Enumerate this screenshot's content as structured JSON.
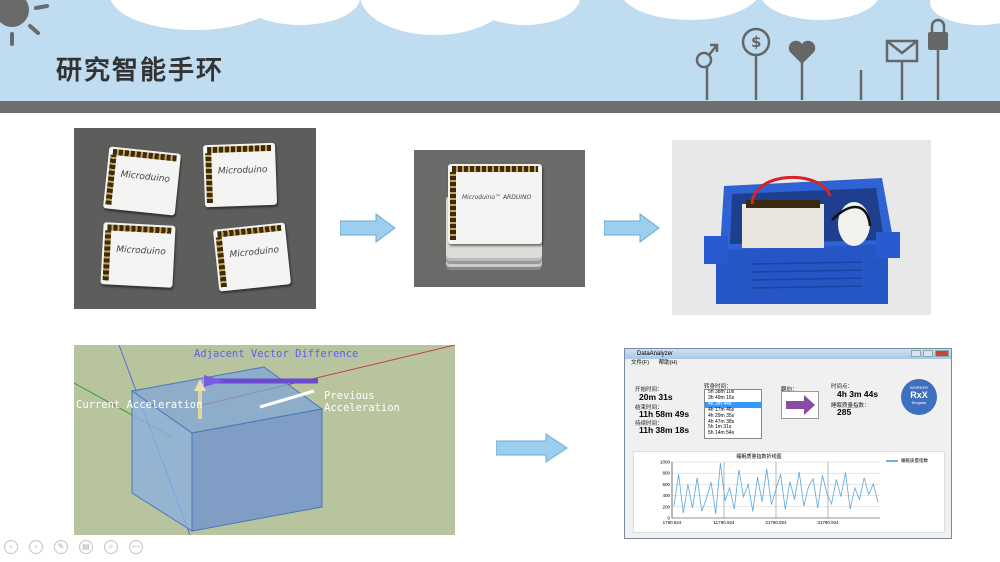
{
  "slide": {
    "title": "研究智能手环"
  },
  "photos": {
    "boards_label": "Microduino",
    "boards_label_small": "Microduino™ ARDUINO"
  },
  "scene": {
    "label_top": "Adjacent Vector Difference",
    "label_left": "Current Acceleration",
    "label_right": "Previous Acceleration"
  },
  "app": {
    "window_title": "DataAnalyzer",
    "menu": [
      "文件(F)",
      "帮助(H)"
    ],
    "start_label": "开始时间：",
    "start_value": "20m 31s",
    "end_label": "结束时间：",
    "end_value": "11h 58m 49s",
    "duration_label": "持续时间：",
    "duration_value": "11h 38m 18s",
    "list_label": "转身时间：",
    "list_items": [
      "5h 38m 10s",
      "3h 49m 16s",
      "4h 3m 44s",
      "4h 17m 46s",
      "4h 29m 35s",
      "4h 47m 38s",
      "5h 1m 31s",
      "5h 14m 54s"
    ],
    "selected_index": 2,
    "turn_label": "翻向：",
    "time_label": "时间点：",
    "time_value": "4h 3m 44s",
    "index_label": "睡眠质量指数：",
    "index_value": "285",
    "badge_top": "WORKER",
    "badge_main": "RxX",
    "badge_sub": "Kingstar"
  },
  "chart_data": {
    "type": "line",
    "title": "睡眠质量指数折线图",
    "legend": [
      "睡眠质量指数"
    ],
    "legend_position": "right",
    "yticks": [
      "1000",
      "800",
      "600",
      "400",
      "200",
      "0"
    ],
    "xticks": [
      "1790.924",
      "11790.924",
      "21790.924",
      "31790.924"
    ],
    "ylim": [
      0,
      1000
    ],
    "series": [
      {
        "name": "睡眠质量指数",
        "values": [
          220,
          780,
          90,
          600,
          180,
          720,
          120,
          350,
          640,
          70,
          980,
          310,
          540,
          160,
          860,
          380,
          600,
          120,
          730,
          290,
          880,
          240,
          510,
          780,
          150,
          650,
          330,
          820,
          210,
          560,
          700,
          180,
          760,
          430,
          250,
          690,
          380,
          810,
          160,
          540,
          330,
          720,
          420,
          610,
          280
        ]
      }
    ],
    "grid": true
  },
  "nav": {
    "buttons": [
      "prev-icon",
      "next-icon",
      "pen-icon",
      "slides-icon",
      "zoom-icon",
      "more-icon"
    ],
    "more_label": "•••"
  }
}
